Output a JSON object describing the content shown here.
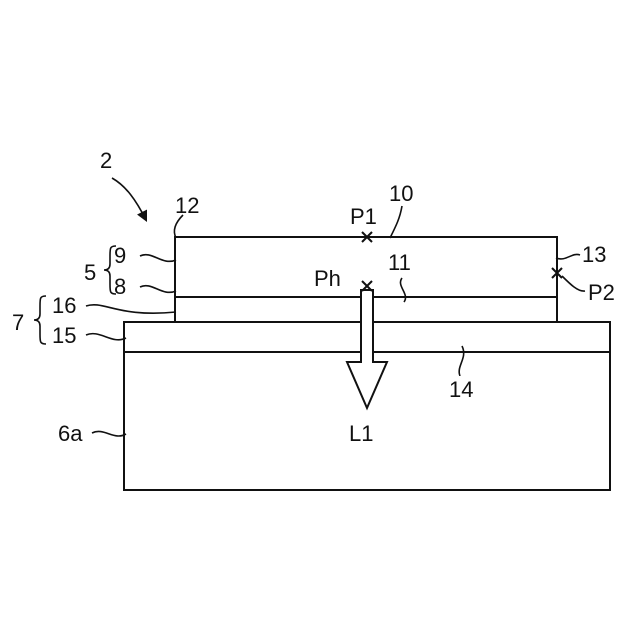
{
  "labels": {
    "device": "2",
    "surface_top": "12",
    "layer_upper": "9",
    "stack_upper": "5",
    "layer_lower": "8",
    "stack_lower": "7",
    "sublayer_16": "16",
    "sublayer_15": "15",
    "substrate": "6a",
    "top_face": "10",
    "point_p1": "P1",
    "photo_point": "Ph",
    "interface_11": "11",
    "side_face": "13",
    "point_p2": "P2",
    "interface_14": "14",
    "light_direction": "L1"
  }
}
